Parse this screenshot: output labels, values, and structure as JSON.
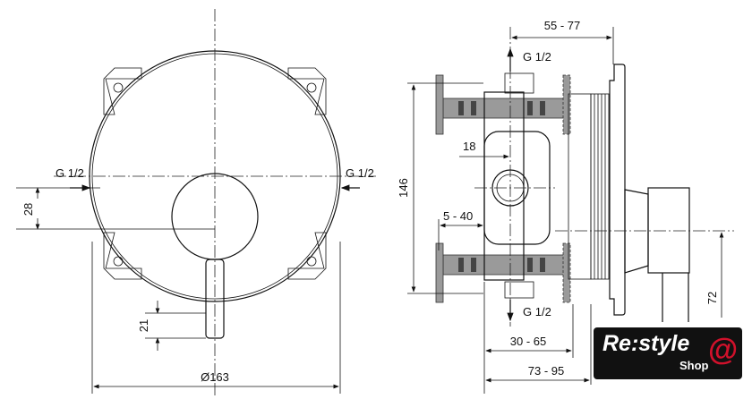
{
  "front_view": {
    "inlet_left": "G 1/2",
    "inlet_right": "G 1/2",
    "dim_offset": "28",
    "dim_lever": "21",
    "dim_diameter": "Ø163"
  },
  "side_view": {
    "dim_depth_top": "55 - 77",
    "outlet_top": "G 1/2",
    "outlet_bottom": "G 1/2",
    "dim_height": "146",
    "dim_18": "18",
    "dim_wall": "5 - 40",
    "dim_72": "72",
    "dim_30_65": "30 - 65",
    "dim_73_95": "73 - 95"
  },
  "logo": {
    "main": "Re:style",
    "sub": "Shop",
    "symbol": "@",
    "accent": "#d0112b"
  }
}
